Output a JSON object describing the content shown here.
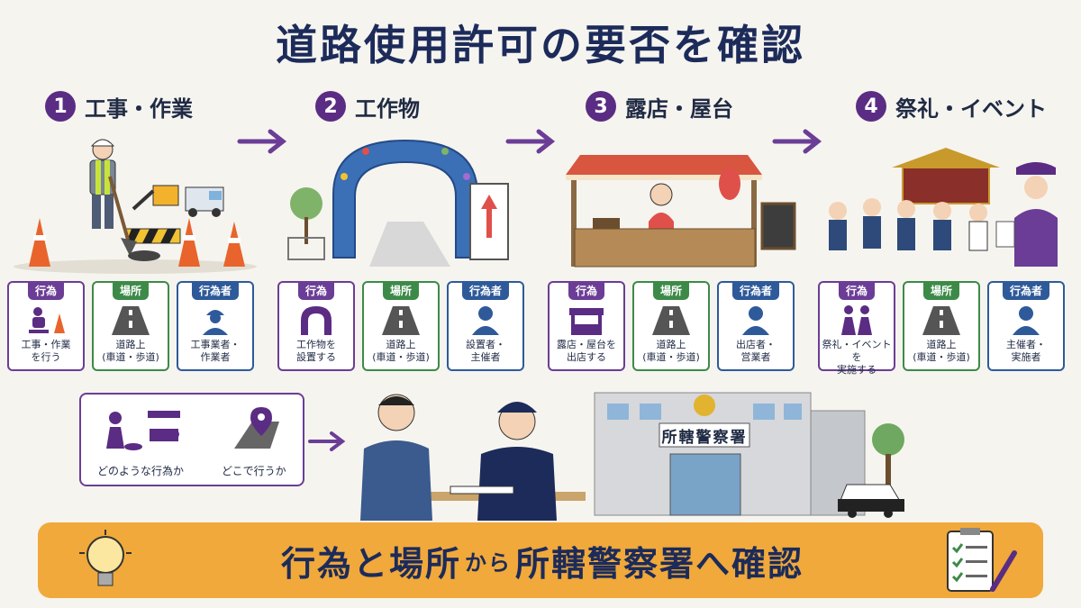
{
  "title": "道路使用許可の要否を確認",
  "steps": [
    {
      "num": "1",
      "title": "工事・作業",
      "cards": [
        {
          "tag": "行為",
          "text": "工事・作業\nを行う",
          "icon": "worker-cone-icon"
        },
        {
          "tag": "場所",
          "text": "道路上\n(車道・歩道)",
          "icon": "road-icon"
        },
        {
          "tag": "行為者",
          "text": "工事業者・\n作業者",
          "icon": "hardhat-person-icon"
        }
      ]
    },
    {
      "num": "2",
      "title": "工作物",
      "cards": [
        {
          "tag": "行為",
          "text": "工作物を\n設置する",
          "icon": "arch-icon"
        },
        {
          "tag": "場所",
          "text": "道路上\n(車道・歩道)",
          "icon": "road-icon"
        },
        {
          "tag": "行為者",
          "text": "設置者・\n主催者",
          "icon": "person-icon"
        }
      ]
    },
    {
      "num": "3",
      "title": "露店・屋台",
      "cards": [
        {
          "tag": "行為",
          "text": "露店・屋台を\n出店する",
          "icon": "stall-icon"
        },
        {
          "tag": "場所",
          "text": "道路上\n(車道・歩道)",
          "icon": "road-icon"
        },
        {
          "tag": "行為者",
          "text": "出店者・\n営業者",
          "icon": "person-icon"
        }
      ]
    },
    {
      "num": "4",
      "title": "祭礼・イベント",
      "cards": [
        {
          "tag": "行為",
          "text": "祭礼・イベントを\n実施する",
          "icon": "people-icon"
        },
        {
          "tag": "場所",
          "text": "道路上\n(車道・歩道)",
          "icon": "road-icon"
        },
        {
          "tag": "行為者",
          "text": "主催者・\n実施者",
          "icon": "person-icon"
        }
      ]
    }
  ],
  "bubble": {
    "left_label": "どのような行為か",
    "right_label": "どこで行うか"
  },
  "station_sign": "所轄警察署",
  "banner": {
    "part1": "行為と場所",
    "part2": "から",
    "part3": "所轄警察署へ確認"
  },
  "colors": {
    "accent_purple": "#5b2c83",
    "green": "#3d8a48",
    "blue": "#2e5a9a",
    "banner": "#f0a93a",
    "title": "#1c2b5a"
  }
}
